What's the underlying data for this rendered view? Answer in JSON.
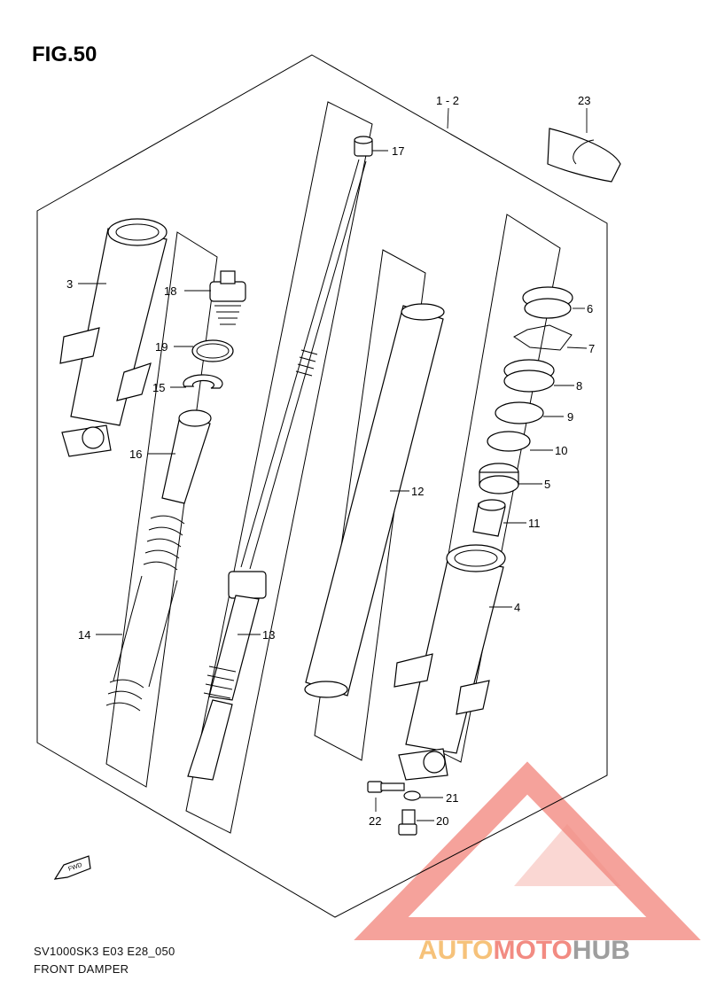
{
  "figure": {
    "title": "FIG.50"
  },
  "caption": {
    "code": "SV1000SK3 E03 E28_050",
    "name": "FRONT DAMPER"
  },
  "badge": {
    "fwd": "FWD"
  },
  "watermark": {
    "part1": "AUTO",
    "part2": "MOTO",
    "part3": "HUB",
    "colors": {
      "triangle": "#f28b82",
      "auto": "#f6c27a",
      "moto": "#f28b82",
      "hub": "#9e9e9e"
    }
  },
  "callouts": {
    "p1_2": "1 - 2",
    "p3": "3",
    "p4": "4",
    "p5": "5",
    "p6": "6",
    "p7": "7",
    "p8": "8",
    "p9": "9",
    "p10": "10",
    "p11": "11",
    "p12": "12",
    "p13": "13",
    "p14": "14",
    "p15": "15",
    "p16": "16",
    "p17": "17",
    "p18": "18",
    "p19": "19",
    "p20": "20",
    "p21": "21",
    "p22": "22",
    "p23": "23"
  }
}
